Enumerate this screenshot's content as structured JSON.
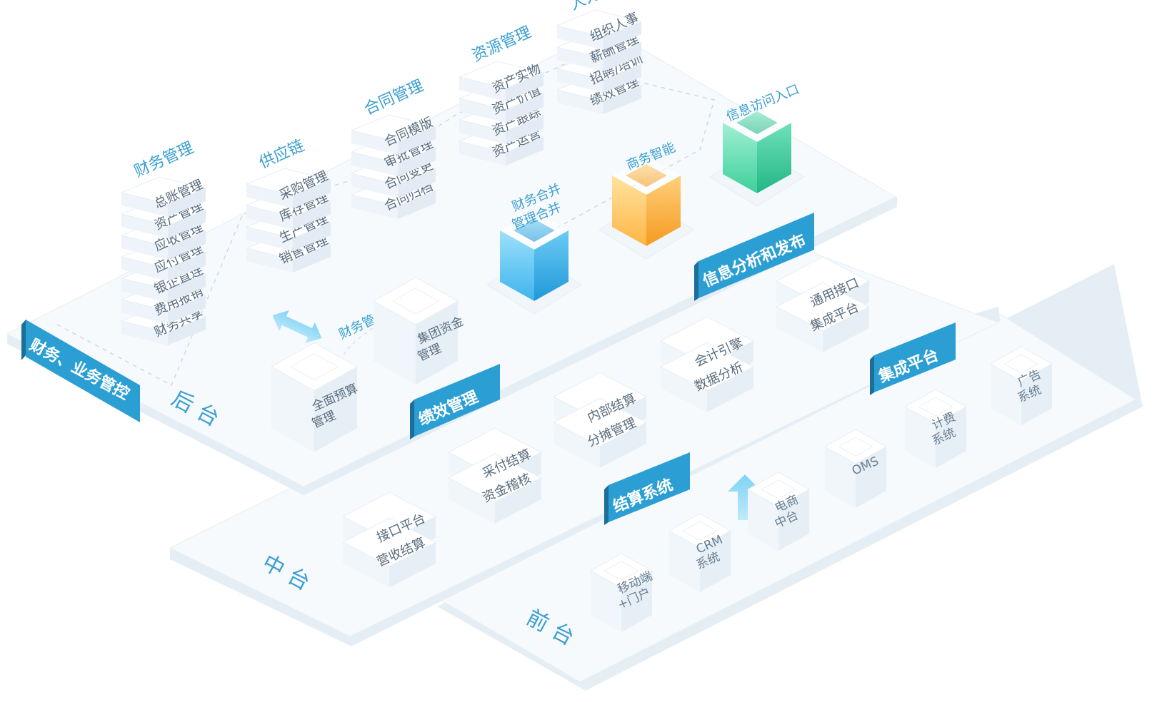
{
  "colors": {
    "accent": "#2b9fd3",
    "cube_blue": "#4cc0f0",
    "cube_orange": "#ffc05a",
    "cube_green": "#54d4a8"
  },
  "layers": {
    "back": "后台",
    "middle": "中台",
    "front": "前台"
  },
  "ribbons": {
    "finance_business": "财务、业务管控",
    "performance": "绩效管理",
    "info_analysis": "信息分析和发布",
    "settlement": "结算系统",
    "integration": "集成平台"
  },
  "columns": [
    {
      "title": "财务管理",
      "items": [
        "总账管理",
        "资产管理",
        "应收管理",
        "应付管理",
        "银企直连",
        "费用报销",
        "财务共享"
      ]
    },
    {
      "title": "供应链",
      "items": [
        "采购管理",
        "库存管理",
        "生产管理",
        "销售管理"
      ]
    },
    {
      "title": "合同管理",
      "items": [
        "合同模版",
        "审批管理",
        "合同变更",
        "合同归档"
      ]
    },
    {
      "title": "资源管理",
      "items": [
        "资产实物",
        "资产价值",
        "资产跟踪",
        "资产运营"
      ]
    },
    {
      "title": "人力资源",
      "items": [
        "组织人事",
        "薪酬管理",
        "招聘/培训",
        "绩效管理"
      ]
    }
  ],
  "finance_control": {
    "label": "财务管控",
    "budget": [
      "全面预算",
      "管理"
    ],
    "group_funds": [
      "集团资金",
      "管理"
    ]
  },
  "cubes": {
    "blue": [
      "财务合并",
      "管理合并"
    ],
    "orange": "商务智能",
    "green": "信息访问入口"
  },
  "middle_blocks": [
    [
      "接口平台",
      "营收结算"
    ],
    [
      "采付结算",
      "资金稽核"
    ],
    [
      "内部结算",
      "分摊管理"
    ],
    [
      "会计引擎",
      "数据分析"
    ],
    [
      "通用接口",
      "集成平台"
    ]
  ],
  "front_systems": [
    [
      "移动端",
      "+门户"
    ],
    [
      "CRM",
      "系统"
    ],
    [
      "电商",
      "中台"
    ],
    [
      "OMS"
    ],
    [
      "计费",
      "系统"
    ],
    [
      "广告",
      "系统"
    ]
  ]
}
